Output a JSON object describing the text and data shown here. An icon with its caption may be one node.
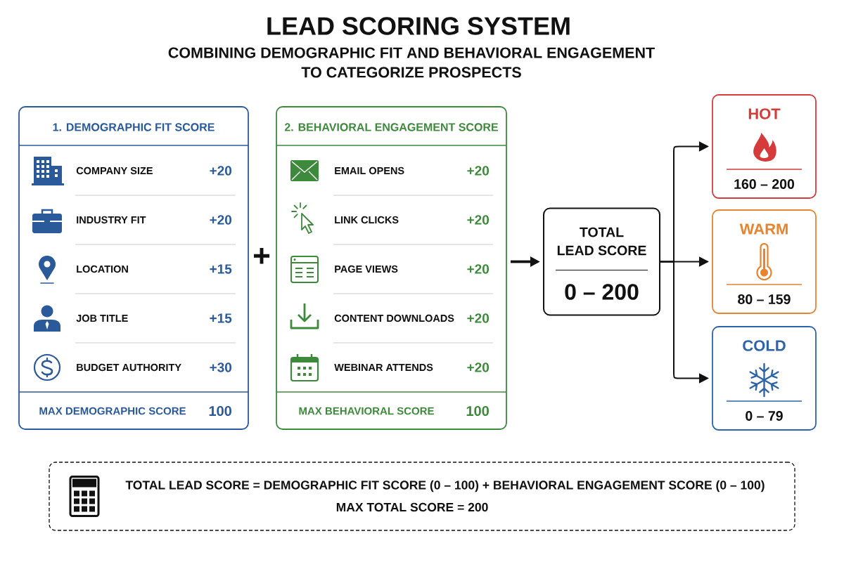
{
  "diagram": {
    "title": "LEAD SCORING SYSTEM",
    "nodes": [
      {
        "text": [
          "1. DEMOGRAPHIC FIT SCORE",
          "COMPANY SIZE",
          "+20",
          "INDUSTRY FIT",
          "+20",
          "LOCATION",
          "+15",
          "JOB TITLE",
          "+15",
          "BUDGET AUTHORITY",
          "+30",
          "MAX DEMOGRAPHIC SCORE",
          "100"
        ]
      },
      {
        "text": [
          "2. BEHAVIORAL ENGAGEMENT SCORE",
          "EMAIL OPENS",
          "+20",
          "LINK CLICKS",
          "+20",
          "PAGE VIEWS",
          "+20",
          "CONTENT DOWNLOADS",
          "+20",
          "WEBINAR ATTENDS",
          "+20",
          "MAX BEHAVIORAL SCORE",
          "100"
        ]
      },
      {
        "text": [
          "TOTAL LEAD SCORE",
          "0 – 200"
        ]
      },
      {
        "text": [
          "HOT",
          "160 – 200"
        ]
      },
      {
        "text": [
          "WARM",
          "80 – 159"
        ]
      },
      {
        "text": [
          "COLD",
          "0 – 79"
        ]
      },
      {
        "text": [
          "TOTAL LEAD SCORE = DEMOGRAPHIC FIT SCORE (0 – 100) + BEHAVIORAL ENGAGEMENT SCORE (0 – 100)",
          "MAX TOTAL SCORE = 200"
        ]
      }
    ],
    "edges": [
      {
        "from": 1,
        "to": 2,
        "arrow": "to",
        "style": "thick"
      },
      {
        "from": 2,
        "to": 3,
        "arrow": "to"
      },
      {
        "from": 2,
        "to": 4,
        "arrow": "to"
      },
      {
        "from": 2,
        "to": 5,
        "arrow": "to"
      }
    ],
    "labels": [
      "COMBINING DEMOGRAPHIC FIT AND BEHAVIORAL ENGAGEMENT TO CATEGORIZE PROSPECTS",
      "+"
    ]
  }
}
